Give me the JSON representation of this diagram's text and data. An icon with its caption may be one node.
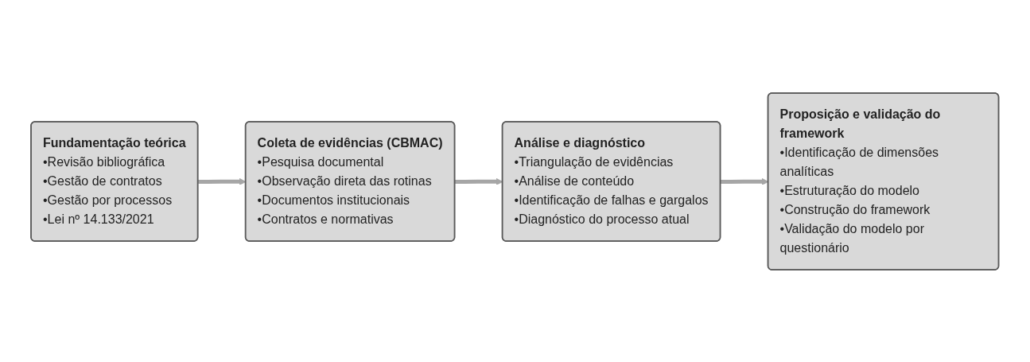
{
  "diagram": {
    "nodes": [
      {
        "text": [
          "Fundamentação teórica",
          "•Revisão bibliográfica",
          "•Gestão de contratos",
          "•Gestão por processos",
          "•Lei nº 14.133/2021"
        ]
      },
      {
        "text": [
          "Coleta de evidências (CBMAC)",
          "•Pesquisa documental",
          "•Observação direta das rotinas",
          "•Documentos institucionais",
          "•Contratos e normativas"
        ]
      },
      {
        "text": [
          "Análise e diagnóstico",
          "•Triangulação de evidências",
          "•Análise de conteúdo",
          "•Identificação de falhas e gargalos",
          "•Diagnóstico do processo atual"
        ]
      },
      {
        "text": [
          "Proposição e validação do framework",
          "•Identificação de dimensões analíticas",
          "•Estruturação do modelo",
          "•Construção do framework",
          "•Validação do modelo por questionário"
        ]
      }
    ],
    "edges": [
      {
        "from": 0,
        "to": 1,
        "arrow": "to"
      },
      {
        "from": 1,
        "to": 2,
        "arrow": "to"
      },
      {
        "from": 2,
        "to": 3,
        "arrow": "to"
      }
    ]
  }
}
